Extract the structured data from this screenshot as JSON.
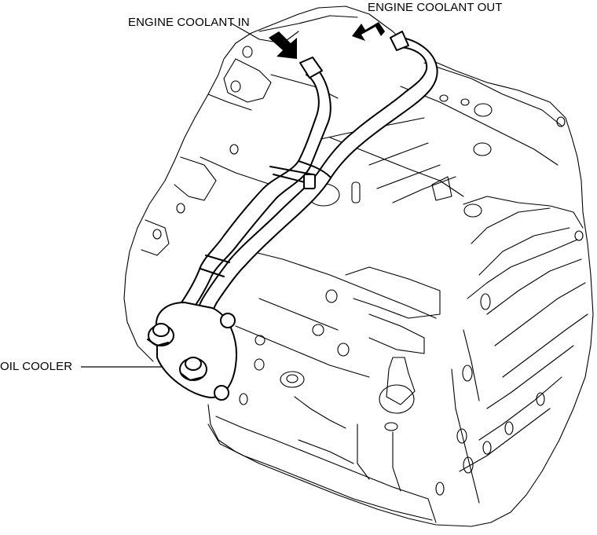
{
  "diagram": {
    "subject": "automatic transaxle with oil cooler and coolant hoses",
    "callouts": {
      "engine_coolant_in": "ENGINE COOLANT IN",
      "engine_coolant_out": "ENGINE COOLANT OUT",
      "oil_cooler": "OIL COOLER"
    },
    "flow_arrows": [
      {
        "name": "coolant-in-arrow",
        "direction": "into hose"
      },
      {
        "name": "coolant-out-arrow",
        "direction": "out of hose"
      }
    ],
    "colors": {
      "line": "#000000",
      "background": "#ffffff"
    }
  }
}
